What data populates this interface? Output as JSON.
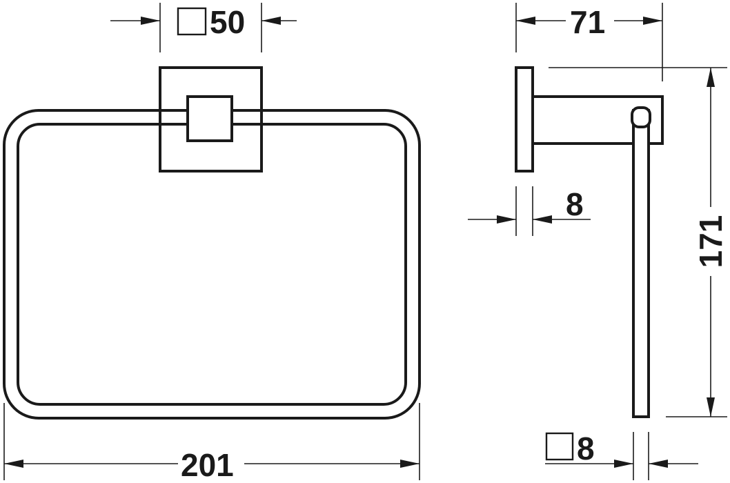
{
  "dimensions": {
    "square_tube_width": "50",
    "projection_depth": "71",
    "plate_thickness": "8",
    "ring_height": "171",
    "ring_bar_section": "8",
    "ring_width": "201"
  },
  "symbols": {
    "square_section": "square-section-icon"
  },
  "colors": {
    "line": "#1a1a1a",
    "background": "#ffffff"
  }
}
